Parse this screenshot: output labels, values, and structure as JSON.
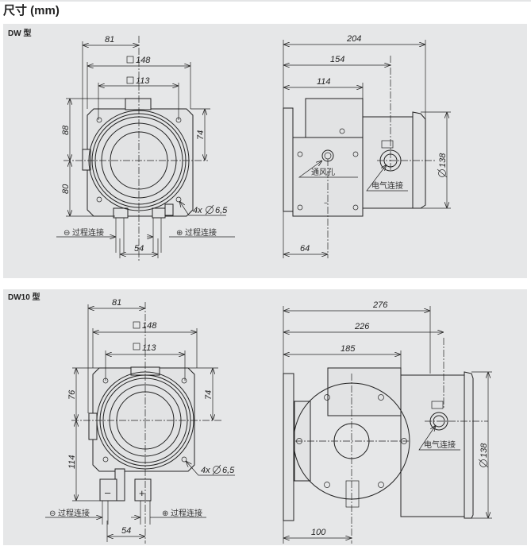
{
  "page_title": "尺寸 (mm)",
  "panels": [
    {
      "model": "DW 型",
      "front": {
        "d81": "81",
        "d148": "148",
        "d113": "113",
        "d88": "88",
        "d80": "80",
        "d74": "74",
        "holes": "4x",
        "hole_d": "6,5",
        "d54": "54",
        "neg": "过程连接",
        "pos": "过程连接"
      },
      "side": {
        "d204": "204",
        "d154": "154",
        "d114": "114",
        "d138": "138",
        "d64": "64",
        "vent": "通风孔",
        "electric": "电气连接",
        "minus": "–"
      }
    },
    {
      "model": "DW10 型",
      "front": {
        "d81": "81",
        "d148": "148",
        "d113": "113",
        "d76": "76",
        "d114": "114",
        "d74": "74",
        "holes": "4x",
        "hole_d": "6,5",
        "d54": "54",
        "neg": "过程连接",
        "pos": "过程连接",
        "minus": "–",
        "plus": "+"
      },
      "side": {
        "d276": "276",
        "d226": "226",
        "d185": "185",
        "d138": "138",
        "d100": "100",
        "electric": "电气连接"
      }
    }
  ]
}
